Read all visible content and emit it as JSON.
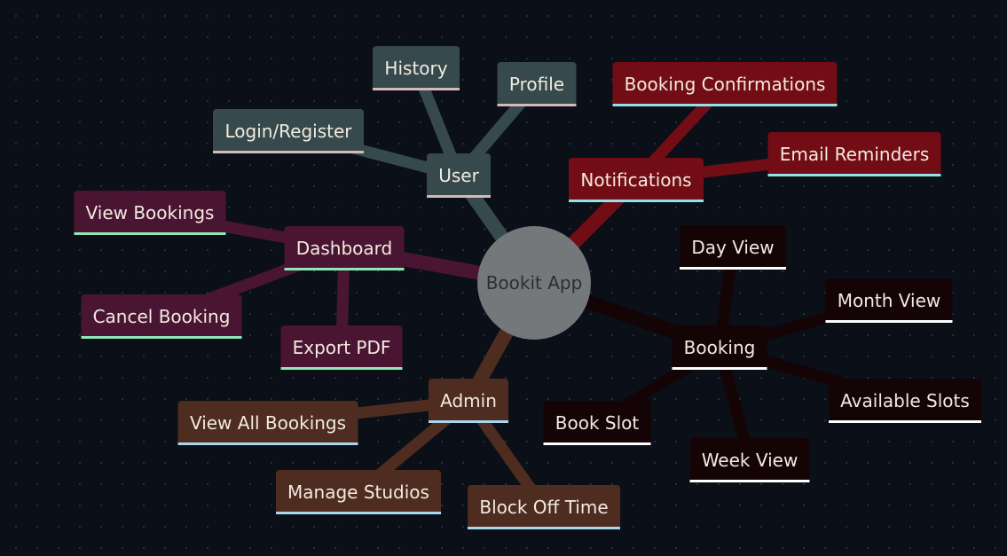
{
  "root": {
    "label": "Bookit App",
    "color": "#74787b"
  },
  "branches": [
    {
      "id": "user",
      "label": "User",
      "color": "#364a4d",
      "underline": "#d3b9b7",
      "children": [
        {
          "id": "history",
          "label": "History"
        },
        {
          "id": "profile",
          "label": "Profile"
        },
        {
          "id": "login-register",
          "label": "Login/Register"
        }
      ]
    },
    {
      "id": "notifications",
      "label": "Notifications",
      "color": "#720d16",
      "underline": "#8fe3e9",
      "children": [
        {
          "id": "booking-confirmations",
          "label": "Booking Confirmations"
        },
        {
          "id": "email-reminders",
          "label": "Email Reminders"
        }
      ]
    },
    {
      "id": "dashboard",
      "label": "Dashboard",
      "color": "#4a1532",
      "underline": "#8ee8b4",
      "children": [
        {
          "id": "view-bookings",
          "label": "View Bookings"
        },
        {
          "id": "cancel-booking",
          "label": "Cancel Booking"
        },
        {
          "id": "export-pdf",
          "label": "Export PDF"
        }
      ]
    },
    {
      "id": "booking",
      "label": "Booking",
      "color": "#140406",
      "underline": "#ffffff",
      "children": [
        {
          "id": "day-view",
          "label": "Day View"
        },
        {
          "id": "month-view",
          "label": "Month View"
        },
        {
          "id": "available-slots",
          "label": "Available Slots"
        },
        {
          "id": "week-view",
          "label": "Week View"
        },
        {
          "id": "book-slot",
          "label": "Book Slot"
        }
      ]
    },
    {
      "id": "admin",
      "label": "Admin",
      "color": "#4e2c1f",
      "underline": "#a8d6ee",
      "children": [
        {
          "id": "view-all-bookings",
          "label": "View All Bookings"
        },
        {
          "id": "manage-studios",
          "label": "Manage Studios"
        },
        {
          "id": "block-off-time",
          "label": "Block Off Time"
        }
      ]
    }
  ]
}
